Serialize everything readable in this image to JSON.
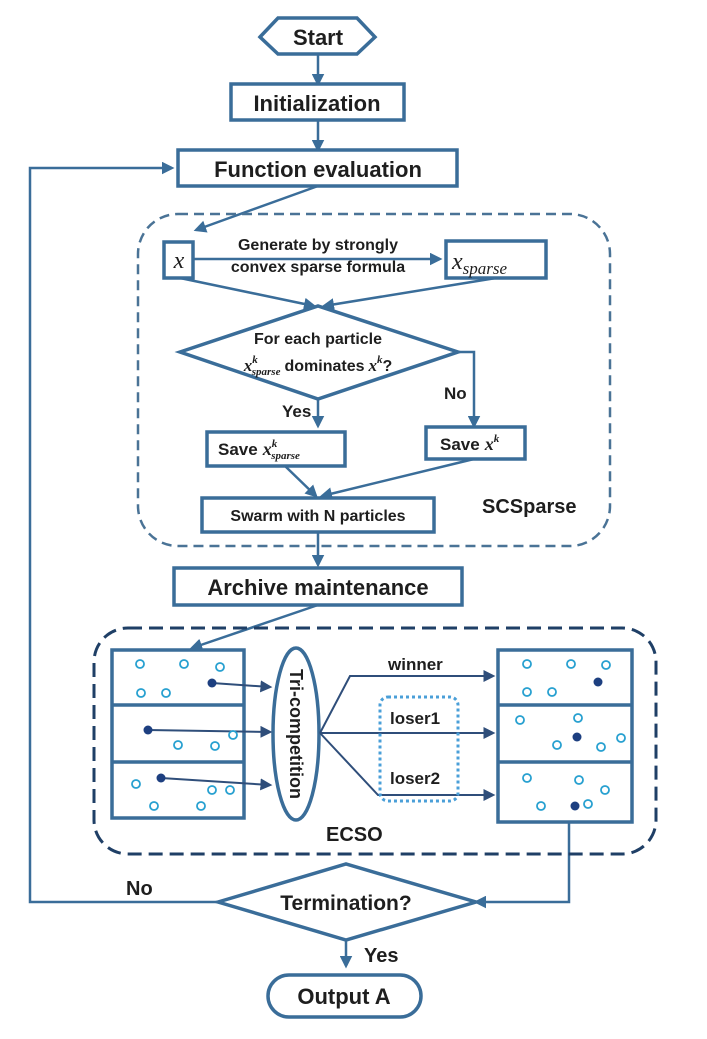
{
  "nodes": {
    "start": "Start",
    "initialization": "Initialization",
    "function_evaluation": "Function evaluation",
    "x_var": "x",
    "generate_line1": "Generate by strongly",
    "generate_line2": "convex sparse formula",
    "x_sparse_base": "x",
    "x_sparse_sub": "sparse",
    "decision1_line1": "For each particle",
    "decision1_line2": "dominates",
    "yes1": "Yes",
    "no1": "No",
    "save_sparse_prefix": "Save",
    "save_x_prefix": "Save",
    "swarm": "Swarm with N particles",
    "scsparse": "SCSparse",
    "archive": "Archive maintenance",
    "tri_competition": "Tri-competition",
    "winner": "winner",
    "loser1": "loser1",
    "loser2": "loser2",
    "ecso": "ECSO",
    "termination": "Termination?",
    "no2": "No",
    "yes2": "Yes",
    "output": "Output A"
  },
  "math": {
    "k": "k",
    "sparse": "sparse",
    "x": "x",
    "question": "?"
  },
  "colors": {
    "box_stroke": "#3a6d99",
    "dashed_stroke": "#4a7396",
    "ecso_dashed": "#1f3f66",
    "dot_dark": "#1d3f80",
    "dot_light": "#27a0d0",
    "loser_box": "#4a9fd8"
  }
}
